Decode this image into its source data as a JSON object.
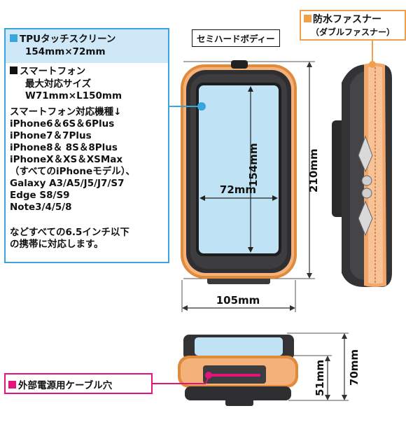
{
  "spec_box": {
    "screen_title": "TPUタッチスクリーン",
    "screen_size": "154mm×72mm",
    "phone_title": "スマートフォン",
    "phone_line1": "最大対応サイズ",
    "phone_line2": "W71mm×L150mm",
    "models_title": "スマートフォン対応機種↓",
    "models": [
      "iPhone6＆6S＆6Plus",
      "iPhone7＆7Plus",
      "iPhone8＆ 8S＆8Plus",
      "iPhoneX＆XS＆XSMax",
      "（すべてのiPhoneモデル）、",
      "Galaxy A3/A5/J5/J7/S7",
      "Edge S8/S9",
      "Note3/4/5/8",
      "などすべての6.5インチ以下",
      "の携帯に対応します。"
    ]
  },
  "body_label": "セミハードボディー",
  "zipper": {
    "title": "防水ファスナー",
    "subtitle": "（ダブルファスナー）"
  },
  "dimensions": {
    "inner_height": "154mm",
    "inner_width": "72mm",
    "outer_height": "210mm",
    "outer_width": "105mm",
    "depth_inner": "51mm",
    "depth_outer": "70mm"
  },
  "cable_label": "外部電源用ケーブル穴",
  "colors": {
    "accent_blue": "#3aa5dc",
    "accent_orange": "#f0a04b",
    "accent_pink": "#e4147c",
    "screen_fill": "#bfe3f5"
  }
}
